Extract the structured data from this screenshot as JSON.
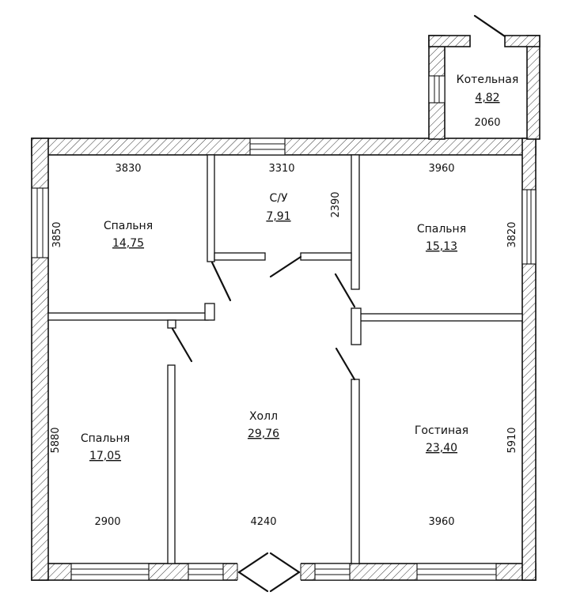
{
  "rooms": {
    "boiler": {
      "name": "Котельная",
      "area": "4,82"
    },
    "bath": {
      "name": "С/У",
      "area": "7,91"
    },
    "bedroom1": {
      "name": "Спальня",
      "area": "14,75"
    },
    "bedroom2": {
      "name": "Спальня",
      "area": "15,13"
    },
    "bedroom3": {
      "name": "Спальня",
      "area": "17,05"
    },
    "hall": {
      "name": "Холл",
      "area": "29,76"
    },
    "living": {
      "name": "Гостиная",
      "area": "23,40"
    }
  },
  "dimensions": {
    "boiler_width": "2060",
    "bedroom1_width": "3830",
    "bedroom1_height": "3850",
    "bath_width": "3310",
    "bath_height": "2390",
    "bedroom2_width": "3960",
    "bedroom2_height": "3820",
    "bedroom3_height": "5880",
    "bedroom3_width": "2900",
    "hall_width": "4240",
    "living_width": "3960",
    "living_height": "5910"
  }
}
